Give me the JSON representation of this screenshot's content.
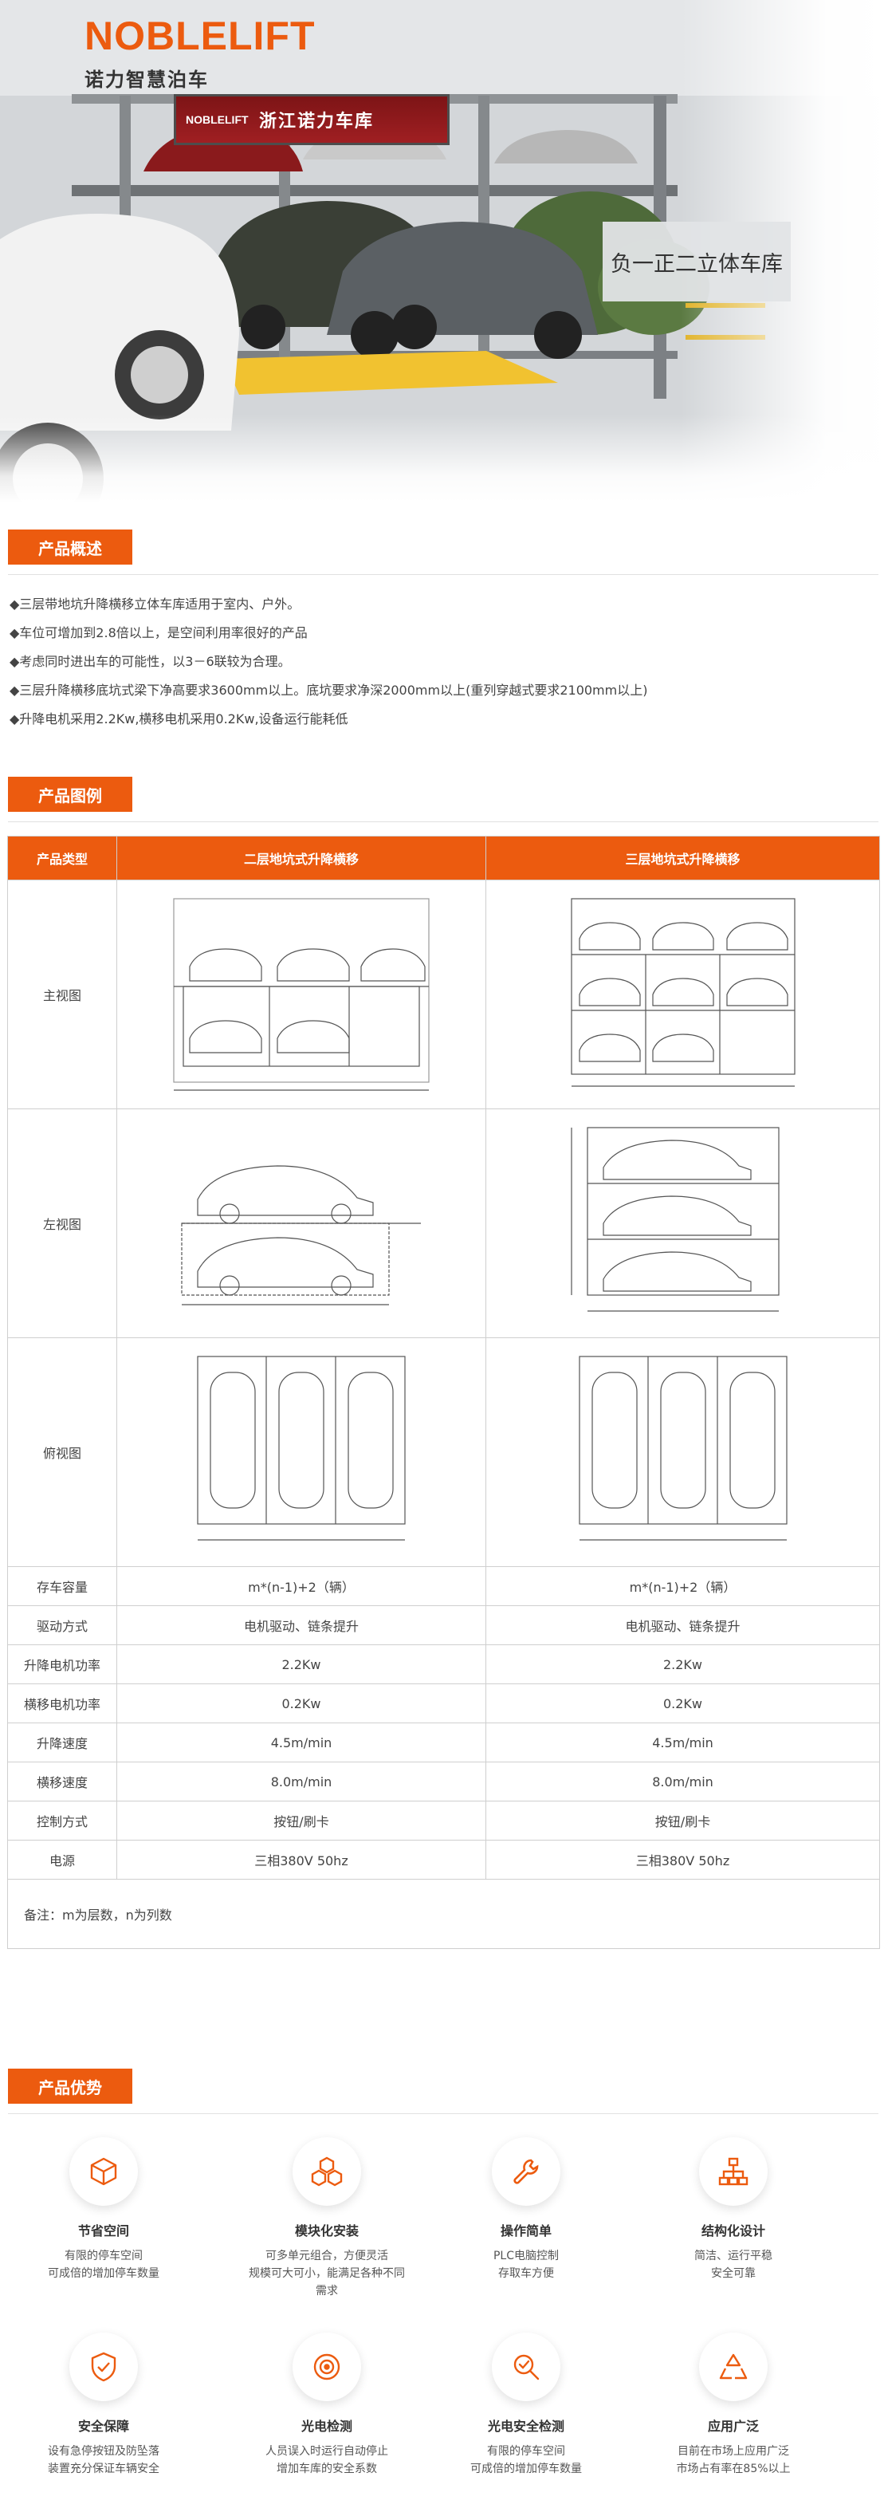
{
  "hero": {
    "brand": "NOBLELIFT",
    "brand_subtitle": "诺力智慧泊车",
    "sign_logo": "NOBLELIFT",
    "sign_text": "浙江诺力车库",
    "title": "负一正二立体车库"
  },
  "overview": {
    "heading": "产品概述",
    "lines": [
      "◆三层带地坑升降横移立体车库适用于室内、户外。",
      "◆车位可增加到2.8倍以上，是空间利用率很好的产品",
      "◆考虑同时进出车的可能性，以3－6联较为合理。",
      "◆三层升降横移底坑式梁下净高要求3600mm以上。底坑要求净深2000mm以上(重列穿越式要求2100mm以上)",
      "◆升降电机采用2.2Kw,横移电机采用0.2Kw,设备运行能耗低"
    ]
  },
  "illustration": {
    "heading": "产品图例",
    "headers": [
      "产品类型",
      "二层地坑式升降横移",
      "三层地坑式升降横移"
    ],
    "diagram_rows": [
      "主视图",
      "左视图",
      "俯视图"
    ],
    "rows": [
      {
        "label": "存车容量",
        "a": "m*(n-1)+2（辆）",
        "b": "m*(n-1)+2（辆）"
      },
      {
        "label": "驱动方式",
        "a": "电机驱动、链条提升",
        "b": "电机驱动、链条提升"
      },
      {
        "label": "升降电机功率",
        "a": "2.2Kw",
        "b": "2.2Kw"
      },
      {
        "label": "横移电机功率",
        "a": "0.2Kw",
        "b": "0.2Kw"
      },
      {
        "label": "升降速度",
        "a": "4.5m/min",
        "b": "4.5m/min"
      },
      {
        "label": "横移速度",
        "a": "8.0m/min",
        "b": "8.0m/min"
      },
      {
        "label": "控制方式",
        "a": "按钮/刷卡",
        "b": "按钮/刷卡"
      },
      {
        "label": "电源",
        "a": "三相380V 50hz",
        "b": "三相380V 50hz"
      }
    ],
    "note": "备注：m为层数，n为列数"
  },
  "advantages": {
    "heading": "产品优势",
    "items": [
      {
        "icon": "box-icon",
        "title": "节省空间",
        "desc1": "有限的停车空间",
        "desc2": "可成倍的增加停车数量"
      },
      {
        "icon": "hexagon-modules-icon",
        "title": "模块化安装",
        "desc1": "可多单元组合，方便灵活",
        "desc2": "规模可大可小，能满足各种不同需求"
      },
      {
        "icon": "wrench-icon",
        "title": "操作简单",
        "desc1": "PLC电脑控制",
        "desc2": "存取车方便"
      },
      {
        "icon": "hierarchy-icon",
        "title": "结构化设计",
        "desc1": "简洁、运行平稳",
        "desc2": "安全可靠"
      },
      {
        "icon": "shield-check-icon",
        "title": "安全保障",
        "desc1": "设有急停按钮及防坠落",
        "desc2": "装置充分保证车辆安全"
      },
      {
        "icon": "photo-sensor-icon",
        "title": "光电检测",
        "desc1": "人员误入时运行自动停止",
        "desc2": "增加车库的安全系数"
      },
      {
        "icon": "search-shield-icon",
        "title": "光电安全检测",
        "desc1": "有限的停车空间",
        "desc2": "可成倍的增加停车数量"
      },
      {
        "icon": "recycle-icon",
        "title": "应用广泛",
        "desc1": "目前在市场上应用广泛",
        "desc2": "市场占有率在85%以上"
      }
    ]
  },
  "colors": {
    "accent": "#ec5b0f",
    "text": "#333333",
    "border": "#cfcfcf"
  }
}
